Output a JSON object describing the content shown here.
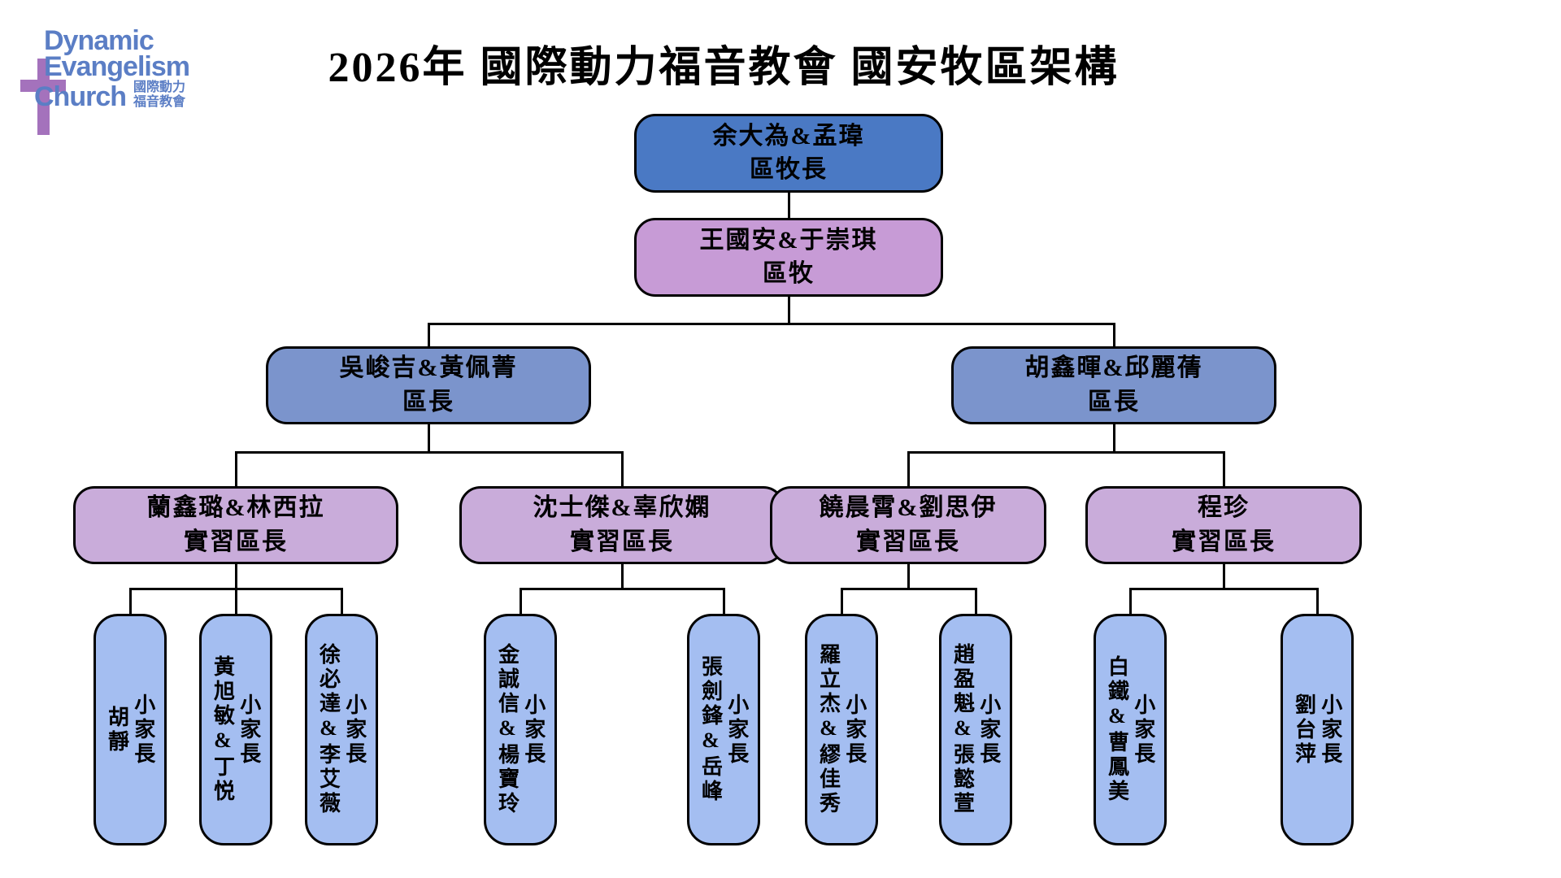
{
  "title": "2026年 國際動力福音教會 國安牧區架構",
  "logo": {
    "line1": "Dynamic",
    "line2": "Evangelism",
    "line3": "Church",
    "cjk_line1": "國際動力",
    "cjk_line2": "福音教會",
    "cross_icon": "cross-icon"
  },
  "colors": {
    "level1-fill": "#4a79c4",
    "level2-fill": "#c79bd6",
    "level3-fill": "#7b94cc",
    "level4-fill": "#c9acda",
    "level5-fill": "#a4bef1",
    "line": "#000000",
    "logo-blue": "#5b7ec5",
    "cross-purple": "#a472bc"
  },
  "org": {
    "level1": {
      "name": "余大為&孟瑋",
      "role": "區牧長"
    },
    "level2": {
      "name": "王國安&于崇琪",
      "role": "區牧"
    },
    "level3": [
      {
        "name": "吳峻吉&黃佩菁",
        "role": "區長"
      },
      {
        "name": "胡鑫暉&邱麗蒨",
        "role": "區長"
      }
    ],
    "level4": [
      {
        "name": "蘭鑫璐&林西拉",
        "role": "實習區長"
      },
      {
        "name": "沈士傑&辜欣嫻",
        "role": "實習區長"
      },
      {
        "name": "饒晨霄&劉思伊",
        "role": "實習區長"
      },
      {
        "name": "程珍",
        "role": "實習區長"
      }
    ],
    "level5": [
      {
        "name": "胡靜",
        "role": "小家長"
      },
      {
        "name": "黃旭敏&丁悦",
        "role": "小家長"
      },
      {
        "name": "徐必達&李艾薇",
        "role": "小家長"
      },
      {
        "name": "金誠信&楊寶玲",
        "role": "小家長"
      },
      {
        "name": "張劍鋒&岳峰",
        "role": "小家長"
      },
      {
        "name": "羅立杰&繆佳秀",
        "role": "小家長"
      },
      {
        "name": "趙盈魁&張懿萱",
        "role": "小家長"
      },
      {
        "name": "白鐵&曹鳳美",
        "role": "小家長"
      },
      {
        "name": "劉台萍",
        "role": "小家長"
      }
    ]
  }
}
